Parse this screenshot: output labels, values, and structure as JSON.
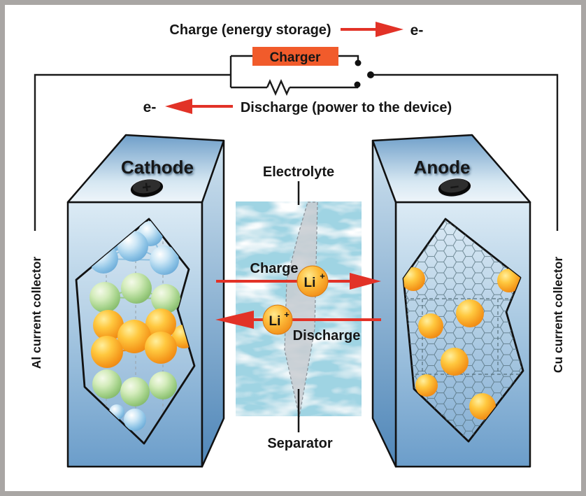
{
  "top_circuit": {
    "charge_line": "Charge (energy storage)",
    "charge_electron": "e-",
    "charger_label": "Charger",
    "discharge_electron": "e-",
    "discharge_line": "Discharge (power to the device)"
  },
  "electrodes": {
    "cathode_title": "Cathode",
    "cathode_terminal": "+",
    "anode_title": "Anode",
    "anode_terminal": "−"
  },
  "collectors": {
    "left": "Al current collector",
    "right": "Cu current collector"
  },
  "middle": {
    "electrolyte_label": "Electrolyte",
    "separator_label": "Separator",
    "charge_label": "Charge",
    "discharge_label": "Discharge",
    "charge_ion": "Li",
    "charge_ion_sup": "+",
    "discharge_ion": "Li",
    "discharge_ion_sup": "+"
  },
  "colors": {
    "arrow_red": "#e23227",
    "charger_orange": "#f15b2b",
    "frame_gray": "#a9a6a4",
    "block_blue_light": "#dcebf5",
    "block_blue_dark": "#6b9dca",
    "electrolyte_blue": "#9fd4e3",
    "separator_gray": "#c9cdd1",
    "ion_orange": "#f2921c",
    "wire_black": "#1a1a1a"
  }
}
